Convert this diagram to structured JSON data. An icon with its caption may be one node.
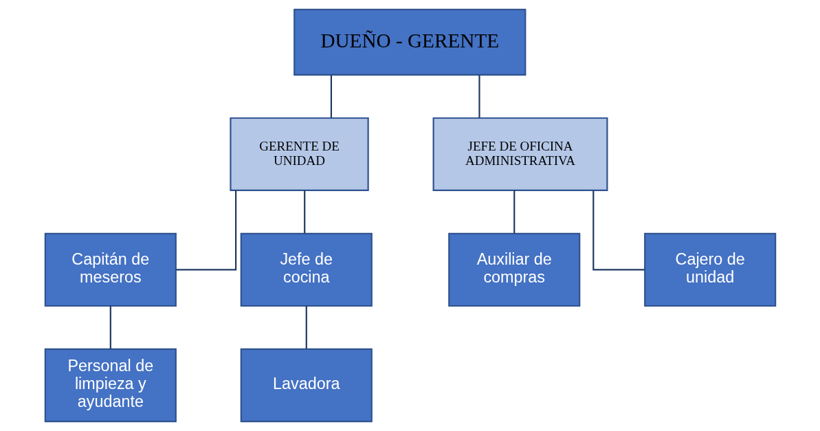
{
  "diagram": {
    "nodes": [
      {
        "text": [
          "DUEÑO - GERENTE"
        ]
      },
      {
        "text": [
          "GERENTE DE UNIDAD"
        ]
      },
      {
        "text": [
          "JEFE DE OFICINA ADMINISTRATIVA"
        ]
      },
      {
        "text": [
          "Capitán de meseros"
        ]
      },
      {
        "text": [
          "Jefe de cocina"
        ]
      },
      {
        "text": [
          "Auxiliar de compras"
        ]
      },
      {
        "text": [
          "Cajero de unidad"
        ]
      },
      {
        "text": [
          "Personal de limpieza y ayudante"
        ]
      },
      {
        "text": [
          "Lavadora"
        ]
      }
    ],
    "edges": [
      {
        "from": 0,
        "to": 1,
        "arrow": "none"
      },
      {
        "from": 0,
        "to": 2,
        "arrow": "none"
      },
      {
        "from": 1,
        "to": 3,
        "arrow": "none"
      },
      {
        "from": 1,
        "to": 4,
        "arrow": "none"
      },
      {
        "from": 2,
        "to": 5,
        "arrow": "none"
      },
      {
        "from": 2,
        "to": 6,
        "arrow": "none"
      },
      {
        "from": 3,
        "to": 7,
        "arrow": "none"
      },
      {
        "from": 4,
        "to": 8,
        "arrow": "none"
      }
    ]
  }
}
